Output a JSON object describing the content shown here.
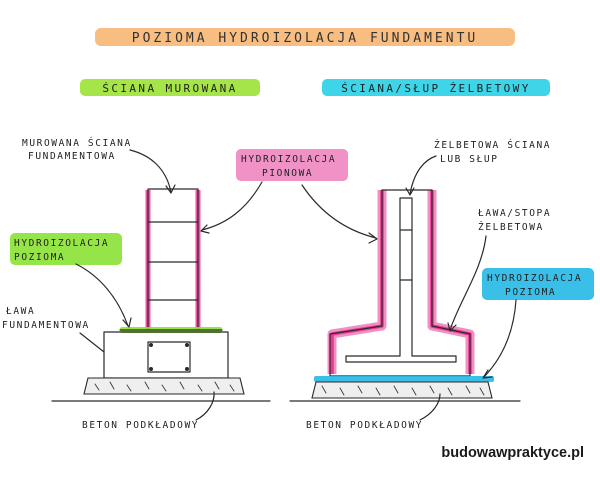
{
  "title": "POZIOMA HYDROIZOLACJA FUNDAMENTU",
  "left_heading": "ŚCIANA MUROWANA",
  "right_heading": "ŚCIANA/SŁUP ŻELBETOWY",
  "labels": {
    "murowana_sciana_line1": "MUROWANA ŚCIANA",
    "murowana_sciana_line2": "FUNDAMENTOWA",
    "hydro_pionowa_line1": "HYDROIZOLACJA",
    "hydro_pionowa_line2": "PIONOWA",
    "hydro_pozioma_left_line1": "HYDROIZOLACJA",
    "hydro_pozioma_left_line2": "POZIOMA",
    "lawa_line1": "ŁAWA",
    "lawa_line2": "FUNDAMENTOWA",
    "beton_left": "BETON PODKŁADOWY",
    "zelbetowa_line1": "ŻELBETOWA ŚCIANA",
    "zelbetowa_line2": "LUB SŁUP",
    "lawa_stopa_line1": "ŁAWA/STOPA",
    "lawa_stopa_line2": "ŻELBETOWA",
    "hydro_pozioma_right_line1": "HYDROIZOLACJA",
    "hydro_pozioma_right_line2": "POZIOMA",
    "beton_right": "BETON PODKŁADOWY"
  },
  "brand": "budowawpraktyce.pl",
  "colors": {
    "title_highlight": "#f6b26b",
    "left_highlight": "#9be233",
    "right_highlight": "#2ad0e6",
    "pink": "#e8338f",
    "pink_soft": "#ef86c0",
    "green": "#8ae234",
    "cyan": "#23b8e6",
    "ink": "#2a2a2a"
  }
}
